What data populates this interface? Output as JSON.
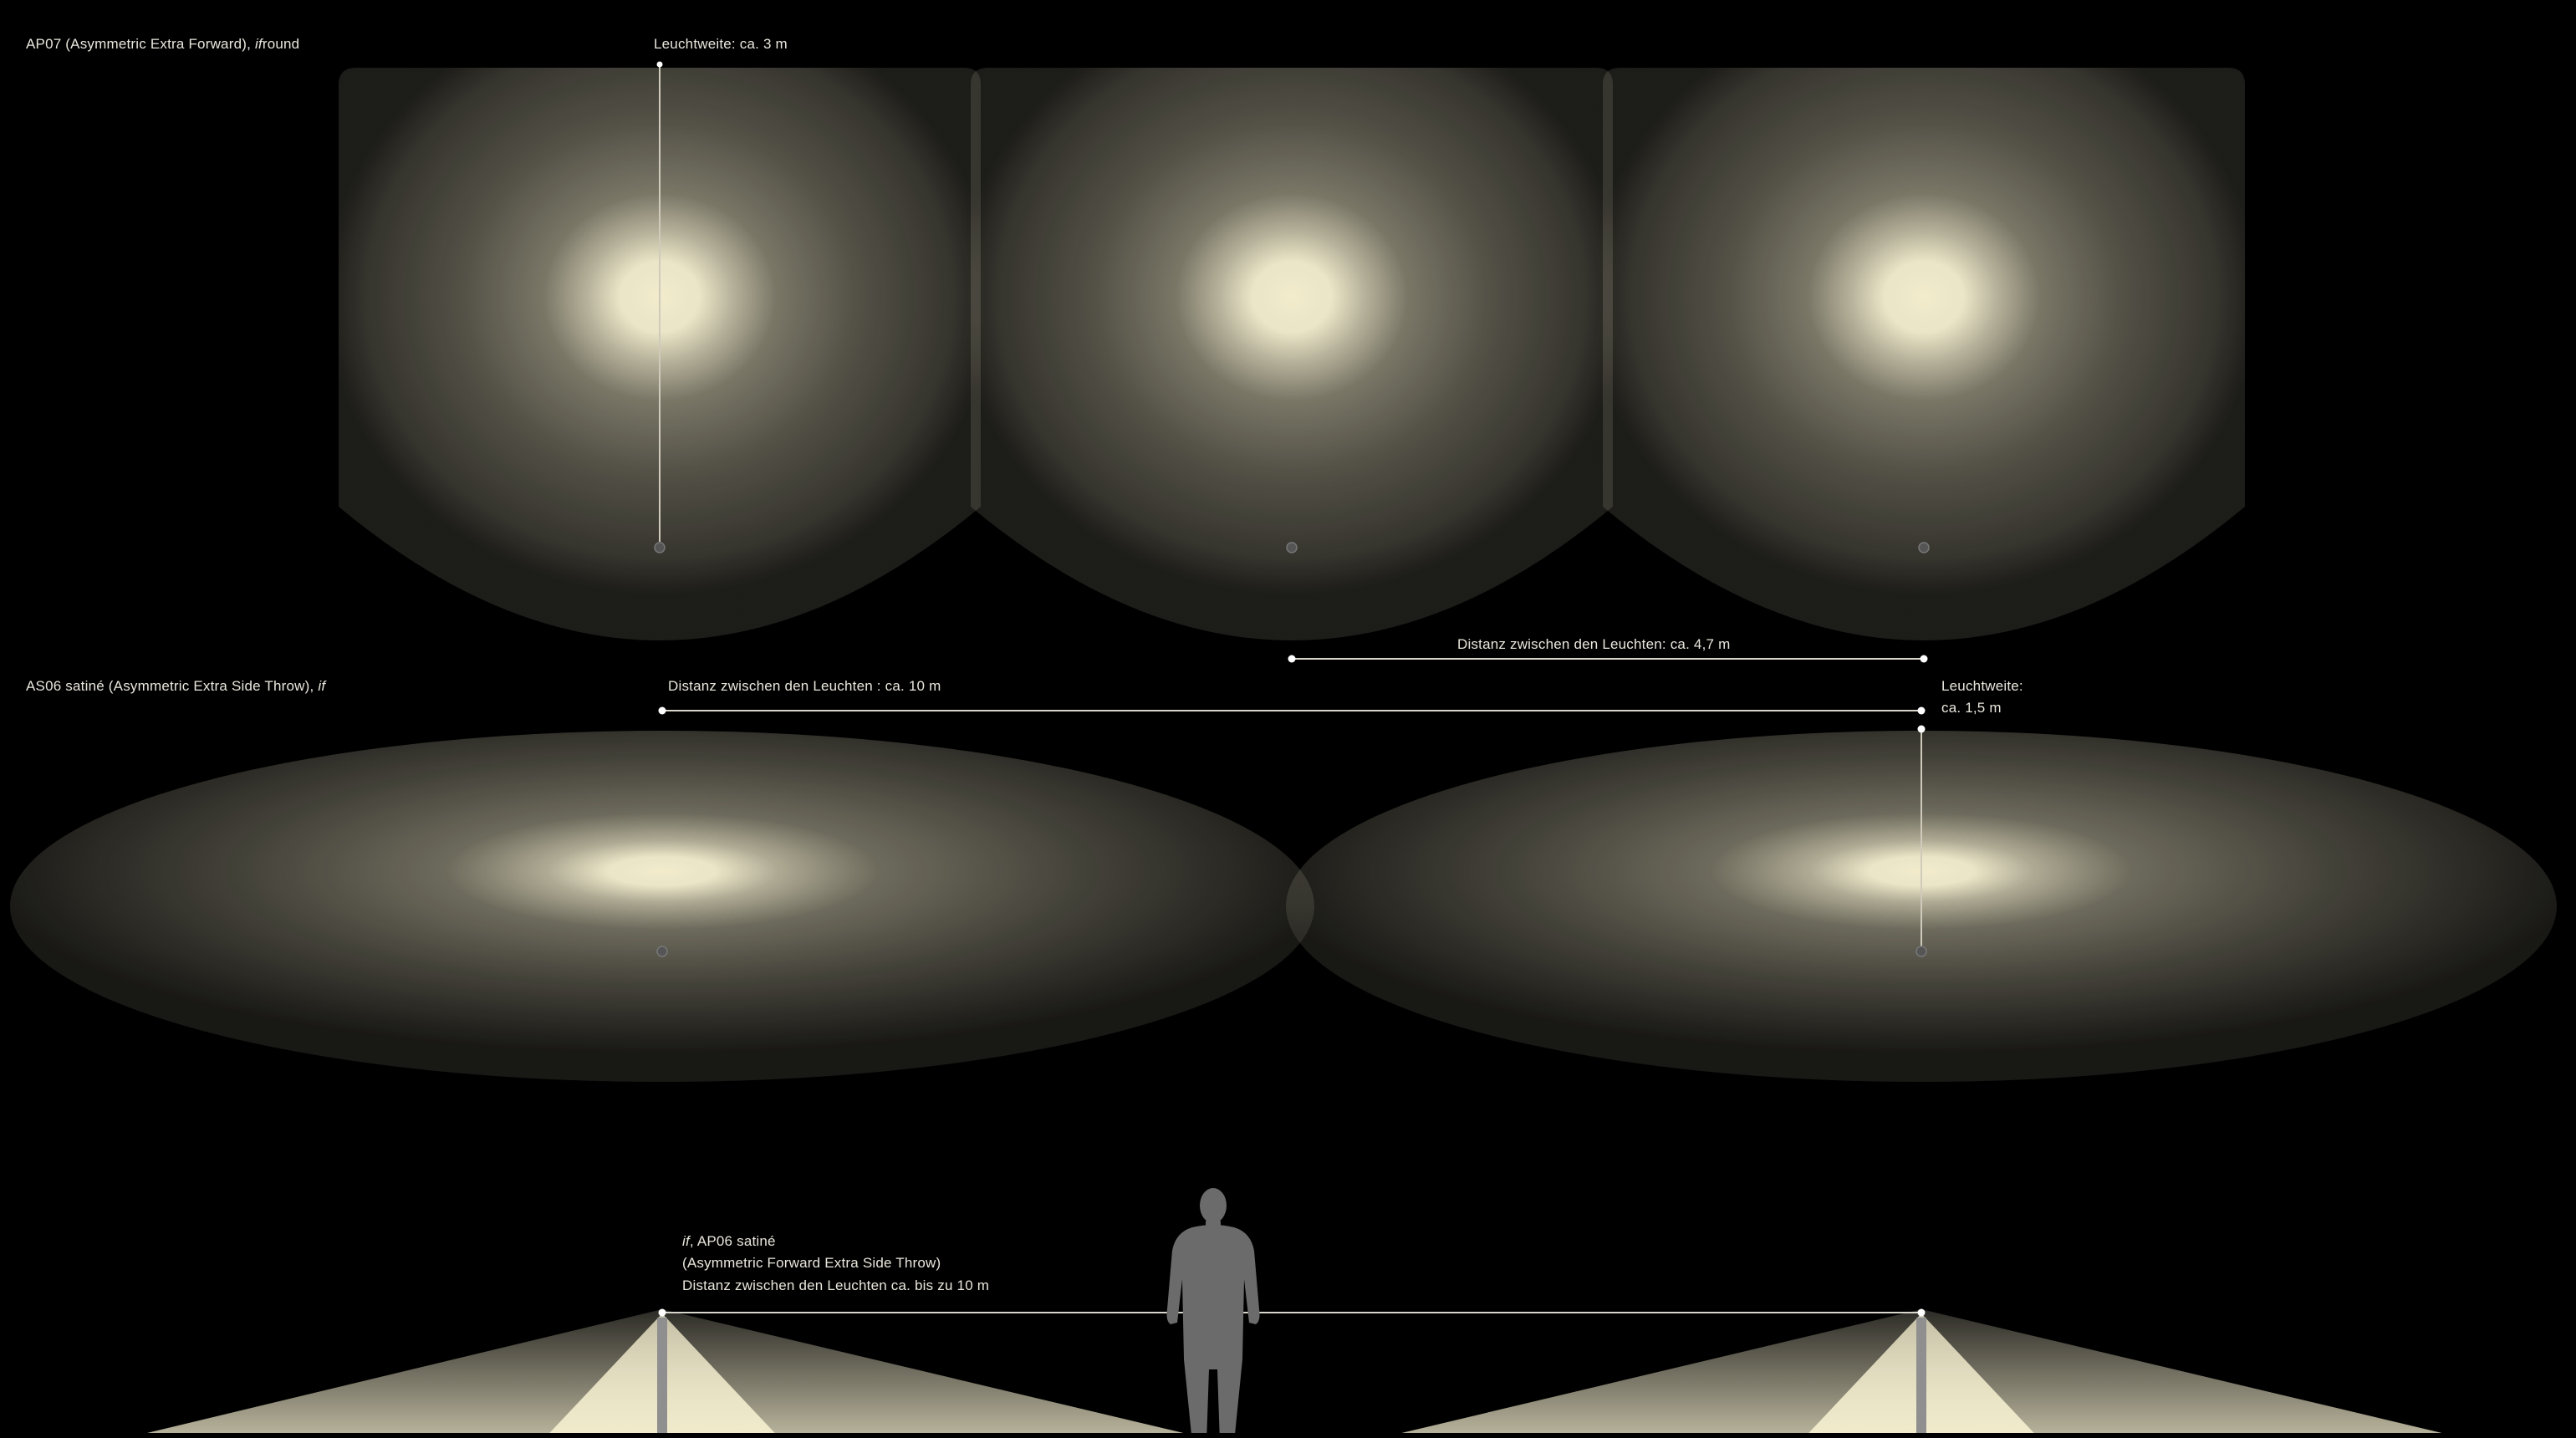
{
  "section_ap07": {
    "title_prefix": "AP07 (Asymmetric Extra Forward), ",
    "title_italic": "if",
    "title_suffix": "round",
    "range_label": "Leuchtweite: ca. 3 m",
    "distance_label": "Distanz zwischen den Leuchten: ca. 4,7 m",
    "luminaire_count": 3
  },
  "section_as06": {
    "title_prefix": "AS06 satiné (Asymmetric Extra Side Throw), ",
    "title_italic": "if",
    "distance_label": "Distanz zwischen den Leuchten : ca. 10 m",
    "range_label_1": "Leuchtweite:",
    "range_label_2": "ca. 1,5 m",
    "luminaire_count": 2
  },
  "section_ap06": {
    "title_italic": "if",
    "title_suffix": ", AP06 satiné",
    "subtitle": "(Asymmetric Forward Extra Side Throw)",
    "distance_label": "Distanz zwischen den Leuchten ca. bis zu 10 m",
    "luminaire_count": 2
  },
  "colors": {
    "background": "#000000",
    "light": "#f2eccd",
    "text": "#e9e6dc",
    "line": "#d9d6cc",
    "silhouette": "#6e6e6e",
    "pole": "#9a9a9a"
  },
  "icons": [
    "person-silhouette-icon",
    "luminaire-pole-icon",
    "luminaire-point-icon"
  ]
}
